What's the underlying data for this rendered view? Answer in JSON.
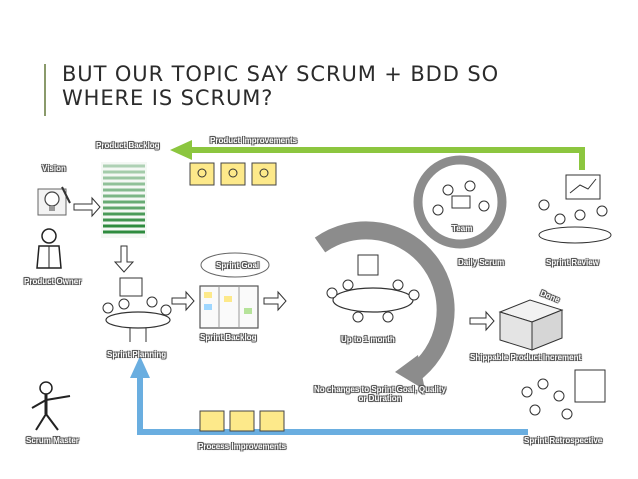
{
  "slide": {
    "title_line1": "BUT OUR TOPIC SAY SCRUM + BDD SO",
    "title_line2": "WHERE IS SCRUM?"
  },
  "diagram": {
    "product_backlog": "Product Backlog",
    "product_improvements": "Product Improvements",
    "vision": "Vision",
    "product_owner": "Product Owner",
    "sprint_goal": "Sprint Goal",
    "sprint_backlog": "Sprint Backlog",
    "sprint_planning": "Sprint Planning",
    "team": "Team",
    "daily_scrum": "Daily Scrum",
    "sprint_review": "Sprint Review",
    "up_to_1_month": "Up to 1 month",
    "done": "Done",
    "shippable_increment": "Shippable Product Increment",
    "no_changes_line1": "No changes to Sprint Goal, Quality",
    "no_changes_line2": "or Duration",
    "scrum_master": "Scrum Master",
    "process_improvements": "Process Improvements",
    "sprint_retrospective": "Sprint Retrospective"
  },
  "colors": {
    "green_arrow": "#8cc63f",
    "blue_arrow": "#6aaee0",
    "cycle_gray": "#8c8c8c",
    "backlog_green": "#2e8b3e",
    "sticky_yellow": "#fde98a"
  },
  "icons": [
    "person-icon",
    "lightbulb-icon",
    "meeting-icon",
    "box-icon",
    "sticky-note-icon"
  ]
}
